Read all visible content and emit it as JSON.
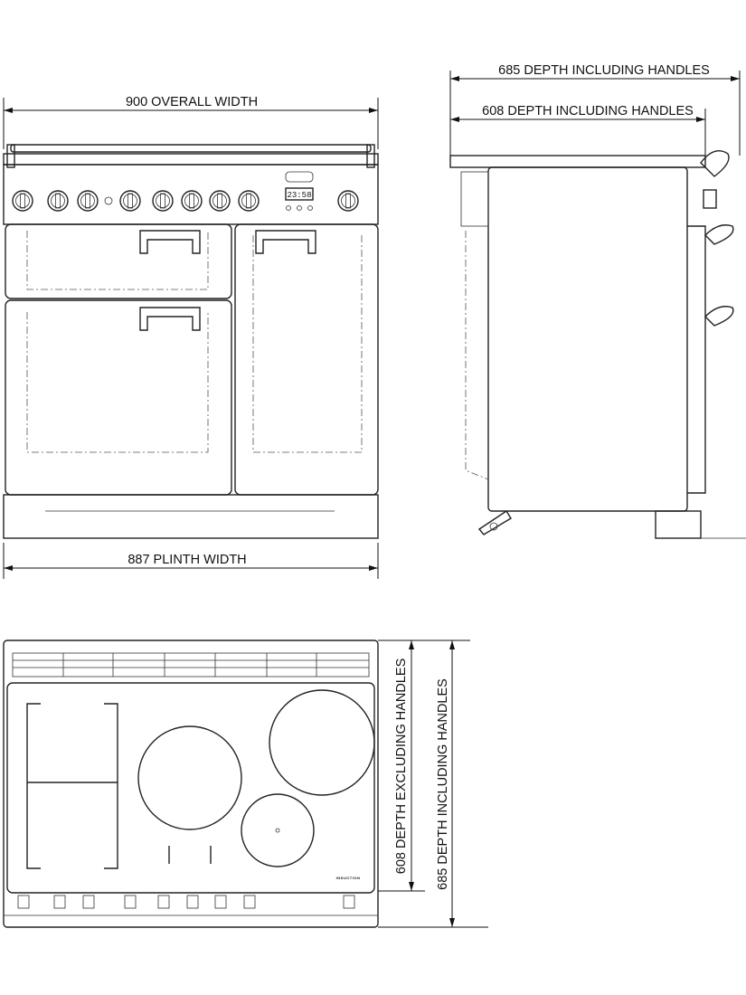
{
  "dimensions": {
    "overall_width": "900 OVERALL WIDTH",
    "plinth_width": "887 PLINTH WIDTH",
    "depth_incl_685_side": "685 DEPTH INCLUDING HANDLES",
    "depth_incl_608_side": "608 DEPTH INCLUDING HANDLES",
    "depth_excl_608_top": "608 DEPTH EXCLUDING HANDLES",
    "depth_incl_685_top": "685 DEPTH INCLUDING HANDLES"
  },
  "front_view": {
    "clock_display": "23:58"
  },
  "top_view": {
    "hob_label": "INDUCTION"
  },
  "colors": {
    "line": "#222222",
    "background": "#ffffff"
  }
}
